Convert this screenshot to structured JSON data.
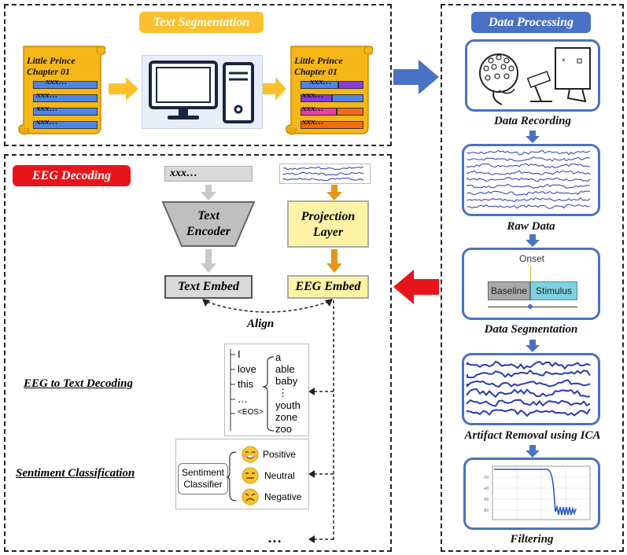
{
  "sections": {
    "text_segmentation": "Text Segmentation",
    "data_processing": "Data Processing",
    "eeg_decoding": "EEG Decoding"
  },
  "scroll": {
    "title_line1": "Little Prince",
    "title_line2": "Chapter 01",
    "line_text": "xxx…"
  },
  "processing": {
    "data_recording": "Data Recording",
    "raw_data": "Raw Data",
    "data_segmentation": "Data Segmentation",
    "artifact_removal": "Artifact Removal using ICA",
    "filtering": "Filtering",
    "onset": "Onset",
    "baseline": "Baseline",
    "stimulus": "Stimulus"
  },
  "decoding": {
    "text_input": "xxx…",
    "text_encoder_line1": "Text",
    "text_encoder_line2": "Encoder",
    "projection_line1": "Projection",
    "projection_line2": "Layer",
    "text_embed": "Text Embed",
    "eeg_embed": "EEG Embed",
    "align": "Align",
    "eeg_to_text": "EEG to Text Decoding",
    "sentiment_classification": "Sentiment Classification",
    "ellipsis": "…"
  },
  "tree": {
    "left": [
      "I",
      "love",
      "this",
      "…",
      "<EOS>"
    ],
    "right": [
      "a",
      "able",
      "baby",
      "⋮",
      "youth",
      "zone",
      "zoo"
    ]
  },
  "sentiment": {
    "classifier_line1": "Sentiment",
    "classifier_line2": "Classifier",
    "labels": [
      "Positive",
      "Neutral",
      "Negative"
    ]
  },
  "colors": {
    "yellow": "#fbc02d",
    "blue_arrow": "#4a72c4",
    "red": "#e8141b",
    "box_blue": "#4a72c4"
  }
}
